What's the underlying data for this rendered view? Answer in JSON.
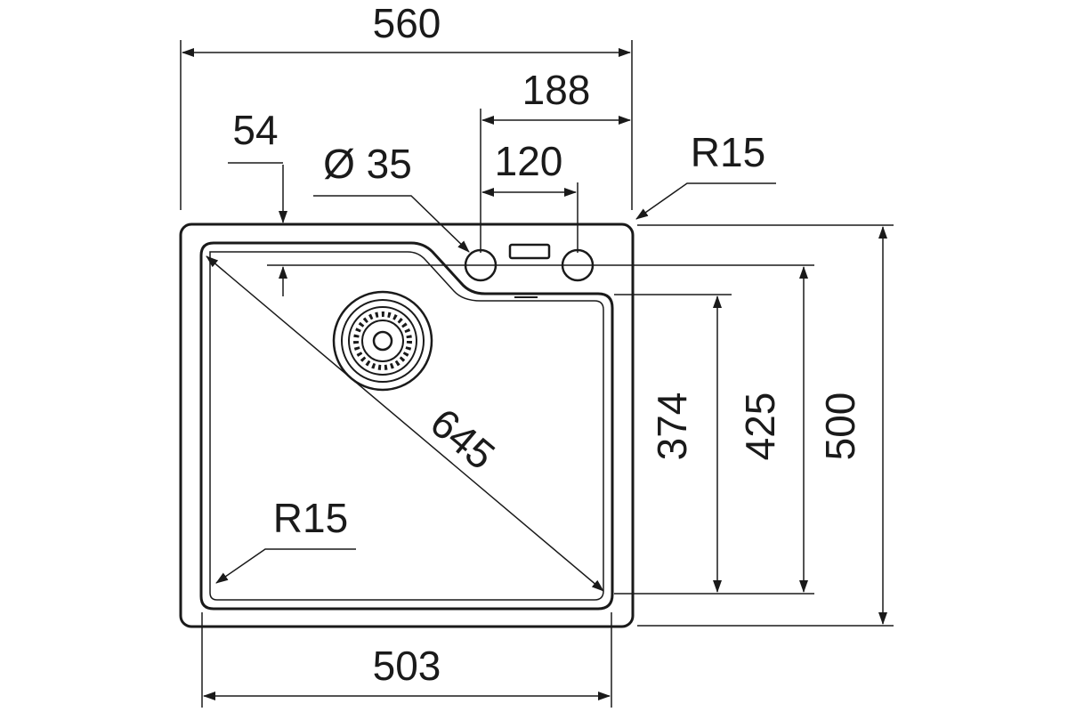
{
  "dimensions": {
    "overall_width": "560",
    "tap_offset_right": "188",
    "tap_spacing": "120",
    "tap_hole_diameter": "Ø 35",
    "corner_radius_outer": "R15",
    "rim_to_bowl_offset": "54",
    "bowl_diagonal": "645",
    "bowl_depth_short": "374",
    "bowl_depth": "425",
    "overall_depth": "500",
    "corner_radius_inner": "R15",
    "bowl_width": "503"
  },
  "colors": {
    "line": "#1a1a1a",
    "background": "#ffffff"
  }
}
